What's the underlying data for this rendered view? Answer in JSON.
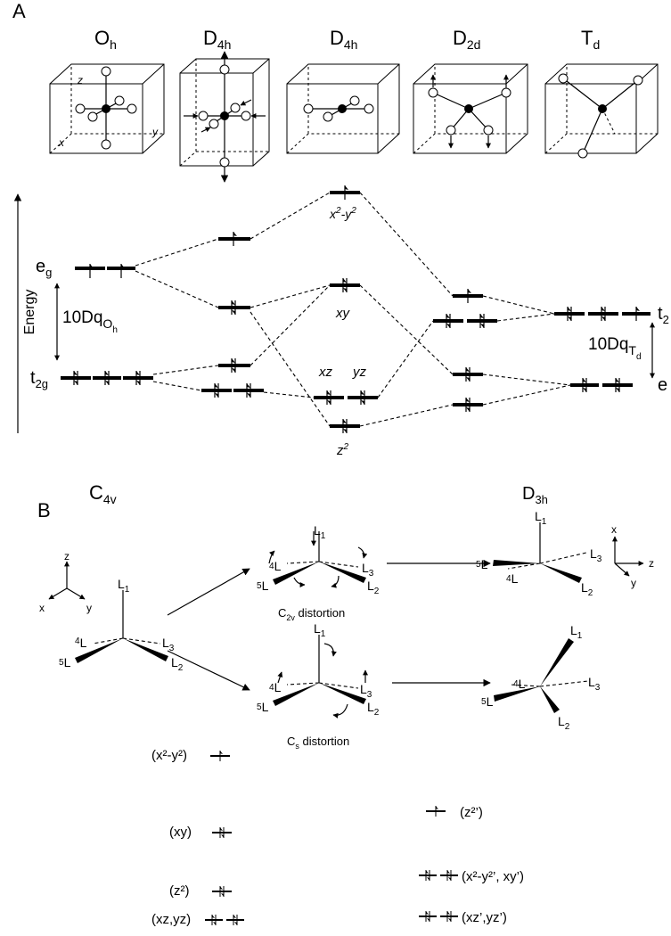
{
  "panel_a": {
    "label": "A",
    "geometries": [
      {
        "main": "O",
        "sub": "h"
      },
      {
        "main": "D",
        "sub": "4h"
      },
      {
        "main": "D",
        "sub": "4h"
      },
      {
        "main": "D",
        "sub": "2d"
      },
      {
        "main": "T",
        "sub": "d"
      }
    ],
    "axis_label": "Energy",
    "cube_axes": {
      "x": "x",
      "y": "y",
      "z": "z"
    },
    "oh_labels": {
      "eg": {
        "main": "e",
        "sub": "g"
      },
      "t2g": {
        "main": "t",
        "sub": "2g"
      },
      "split": {
        "main": "10Dq",
        "sub": "O",
        "subsub": "h"
      }
    },
    "td_labels": {
      "t2": {
        "main": "t",
        "sub": "2"
      },
      "e": {
        "main": "e"
      },
      "split": {
        "main": "10Dq",
        "sub": "T",
        "subsub": "d"
      }
    },
    "orbital_labels": {
      "x2y2": {
        "main": "x",
        "sup": "2",
        "rest": "-y",
        "sup2": "2"
      },
      "xy": "xy",
      "xz": "xz",
      "yz": "yz",
      "z2": {
        "main": "z",
        "sup": "2"
      }
    }
  },
  "panel_b": {
    "label": "B",
    "c4v": {
      "main": "C",
      "sub": "4v"
    },
    "d3h": {
      "main": "D",
      "sub": "3h"
    },
    "axes_left": {
      "z": "z",
      "x": "x",
      "y": "y"
    },
    "axes_right": {
      "x": "x",
      "z": "z",
      "y": "y"
    },
    "ligands": {
      "L1": "1",
      "L2": "2",
      "L3": "3",
      "L4": "4",
      "L5": "5",
      "L": "L"
    },
    "c2v_caption": {
      "pre": "C",
      "sub": "2v",
      "post": " distortion"
    },
    "cs_caption": {
      "pre": "C",
      "sub": "s",
      "post": " distortion"
    },
    "left_levels": [
      {
        "label": "(x²-y²)"
      },
      {
        "label": "(xy)"
      },
      {
        "label": "(z²)"
      },
      {
        "label": "(xz,yz)"
      }
    ],
    "right_levels": [
      {
        "label": "(z²’)"
      },
      {
        "label": "(x²-y²’, xy’)"
      },
      {
        "label": "(xz’,yz’)"
      }
    ]
  }
}
